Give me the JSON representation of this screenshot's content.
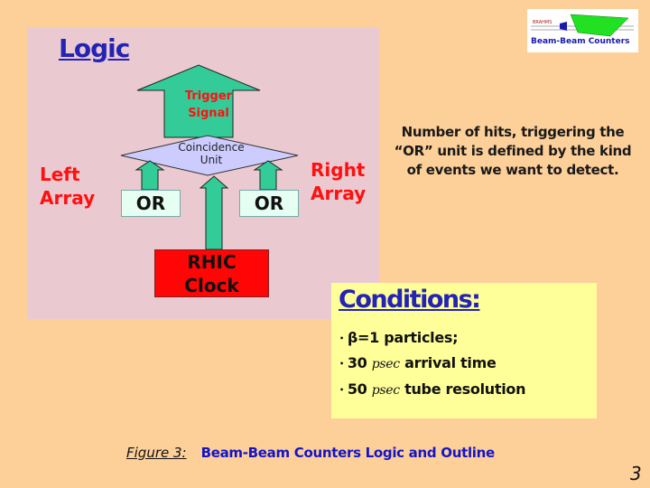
{
  "diagram": {
    "title": "Logic",
    "left_label_line1": "Left",
    "left_label_line2": "Array",
    "right_label_line1": "Right",
    "right_label_line2": "Array",
    "or_left": "OR",
    "or_right": "OR",
    "trigger_line1": "Trigger",
    "trigger_line2": "Signal",
    "coincidence_line1": "Coincidence",
    "coincidence_line2": "Unit",
    "clock_line1": "RHIC",
    "clock_line2": "Clock"
  },
  "description": "Number of hits, triggering the “OR” unit is defined by the kind of  events we want to detect.",
  "conditions": {
    "title": "Conditions:",
    "item1": "β=1 particles;",
    "item2_prefix": "30 ",
    "item2_unit": "psec",
    "item2_suffix": " arrival time",
    "item3_prefix": "50 ",
    "item3_unit": "psec",
    "item3_suffix": " tube resolution"
  },
  "caption": {
    "label": "Figure 3:",
    "text": "Beam-Beam Counters Logic and Outline"
  },
  "page_number": "3",
  "logo": {
    "text": "Beam-Beam Counters",
    "small_text": "BRAHMS"
  },
  "colors": {
    "background": "#fdcf99",
    "panel": "#ebc9d0",
    "arrow": "#33cc99",
    "title_blue": "#2323b5",
    "label_red": "#ff1010"
  }
}
